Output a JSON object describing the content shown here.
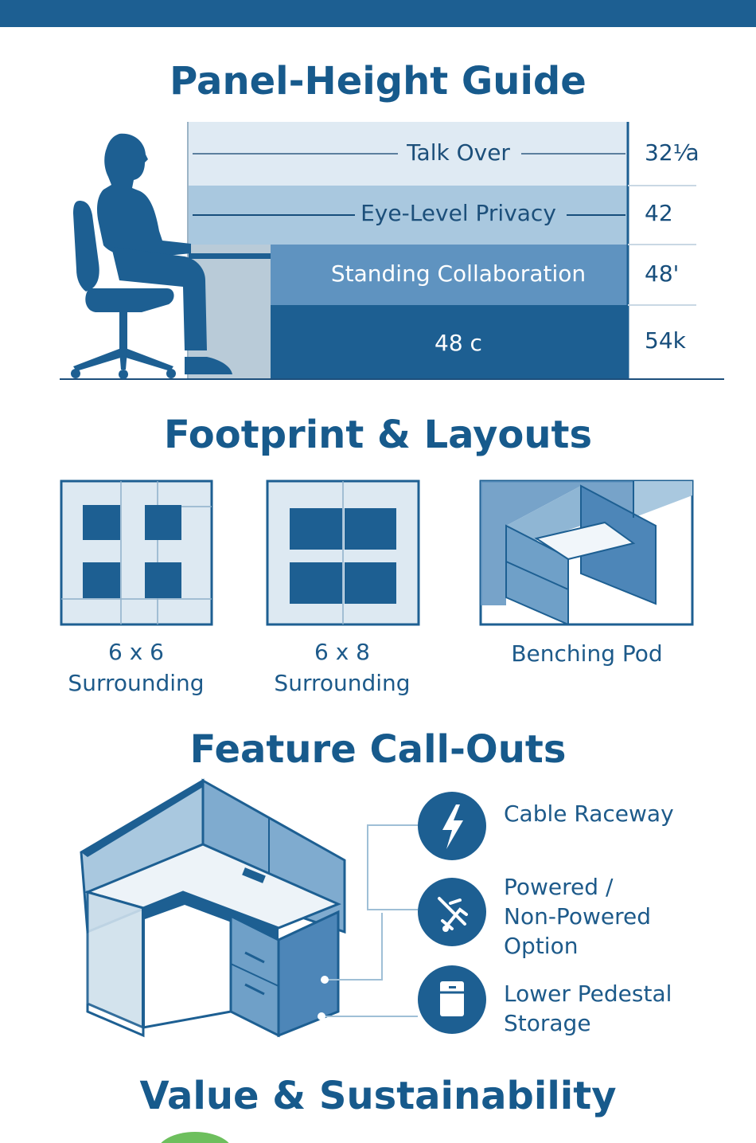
{
  "sections": {
    "panel_height": "Panel-Height Guide",
    "footprint": "Footprint & Layouts",
    "features": "Feature Call-Outs",
    "value": "Value & Sustainability"
  },
  "panel_bands": [
    {
      "label": "Talk Over",
      "value": "32⅟a"
    },
    {
      "label": "Eye-Level Privacy",
      "value": "42"
    },
    {
      "label": "Standing Collaboration",
      "value": "48'"
    },
    {
      "label": "48 c",
      "value": "54k"
    }
  ],
  "layouts": [
    {
      "line1": "6 x 6",
      "line2": "Surrounding"
    },
    {
      "line1": "6 x 8",
      "line2": "Surrounding"
    },
    {
      "line1": "Benching Pod"
    }
  ],
  "features": [
    {
      "lines": [
        "Cable Raceway"
      ],
      "icon": "lightning-icon"
    },
    {
      "lines": [
        "Powered /",
        "Non-Powered",
        "Option"
      ],
      "icon": "power-plug-icon"
    },
    {
      "lines": [
        "Lower Pedestal",
        "Storage"
      ],
      "icon": "pedestal-icon"
    }
  ],
  "colors": {
    "dark_blue": "#1d5f92",
    "mid_blue": "#5f93c0",
    "light_blue": "#a9c8df",
    "pale_blue": "#dfeaf3",
    "accent_green": "#6dbf5d"
  }
}
